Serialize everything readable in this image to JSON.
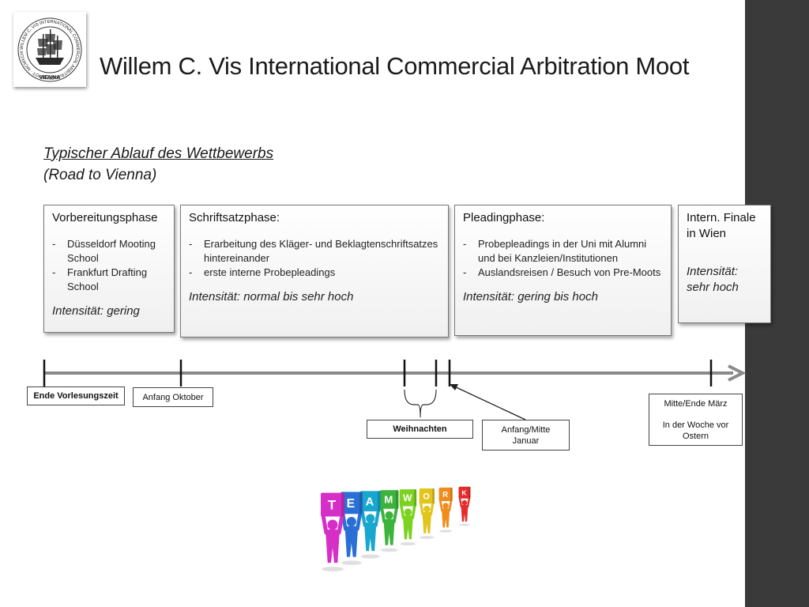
{
  "title": "Willem C. Vis International Commercial Arbitration Moot",
  "logo": {
    "ring_text": "WILLEM C. VIS INTERNATIONAL COMMERCIAL ARBITRATION MOOT · MCMXCIII ·",
    "city": "VIENNA"
  },
  "subtitle": {
    "line1": "Typischer Ablauf des Wettbewerbs",
    "line2": "(Road to Vienna)"
  },
  "phases": [
    {
      "title": "Vorbereitungsphase",
      "items": [
        "Düsseldorf Mooting School",
        "Frankfurt Drafting School"
      ],
      "intensity": "Intensität: gering"
    },
    {
      "title": "Schriftsatzphase:",
      "items": [
        "Erarbeitung des Kläger- und Beklagtenschriftsatzes hintereinander",
        "erste interne Probepleadings"
      ],
      "intensity": "Intensität: normal bis sehr hoch"
    },
    {
      "title": "Pleadingphase:",
      "items": [
        "Probepleadings in der Uni mit Alumni und bei Kanzleien/Institutionen",
        "Auslandsreisen / Besuch von Pre-Moots"
      ],
      "intensity": "Intensität: gering bis hoch"
    },
    {
      "title": "Intern. Finale in Wien",
      "items": [],
      "intensity": "Intensität: sehr hoch"
    }
  ],
  "timeline_labels": {
    "ende_vorlesungszeit": "Ende Vorlesungszeit",
    "anfang_oktober": "Anfang Oktober",
    "weihnachten": "Weihnachten",
    "anfang_mitte_januar_1": "Anfang/Mitte",
    "anfang_mitte_januar_2": "Januar",
    "maerz_1": "Mitte/Ende März",
    "maerz_2": "In der Woche vor",
    "maerz_3": "Ostern"
  },
  "teamwork_letters": [
    "T",
    "E",
    "A",
    "M",
    "W",
    "O",
    "R",
    "K"
  ],
  "teamwork_colors": [
    "#d62fc8",
    "#2a6fd6",
    "#1aa7cf",
    "#3cb43c",
    "#7bd21f",
    "#e2c51c",
    "#f08c1c",
    "#e52c2c"
  ],
  "colors": {
    "sidebar": "#3a3a3a",
    "timeline": "#8a8a8a"
  }
}
